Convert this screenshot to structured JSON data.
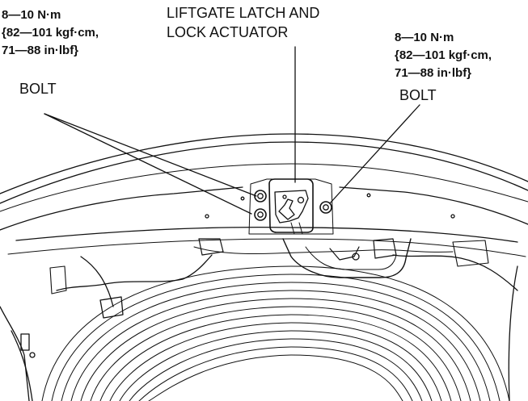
{
  "callouts": {
    "latch_title_line1": "LIFTGATE LATCH AND",
    "latch_title_line2": "LOCK ACTUATOR",
    "left_torque": [
      "8—10 N·m",
      "{82—101 kgf·cm,",
      "71—88 in·lbf}"
    ],
    "left_bolt": "BOLT",
    "right_torque": [
      "8—10 N·m",
      "{82—101 kgf·cm,",
      "71—88 in·lbf}"
    ],
    "right_bolt": "BOLT"
  }
}
